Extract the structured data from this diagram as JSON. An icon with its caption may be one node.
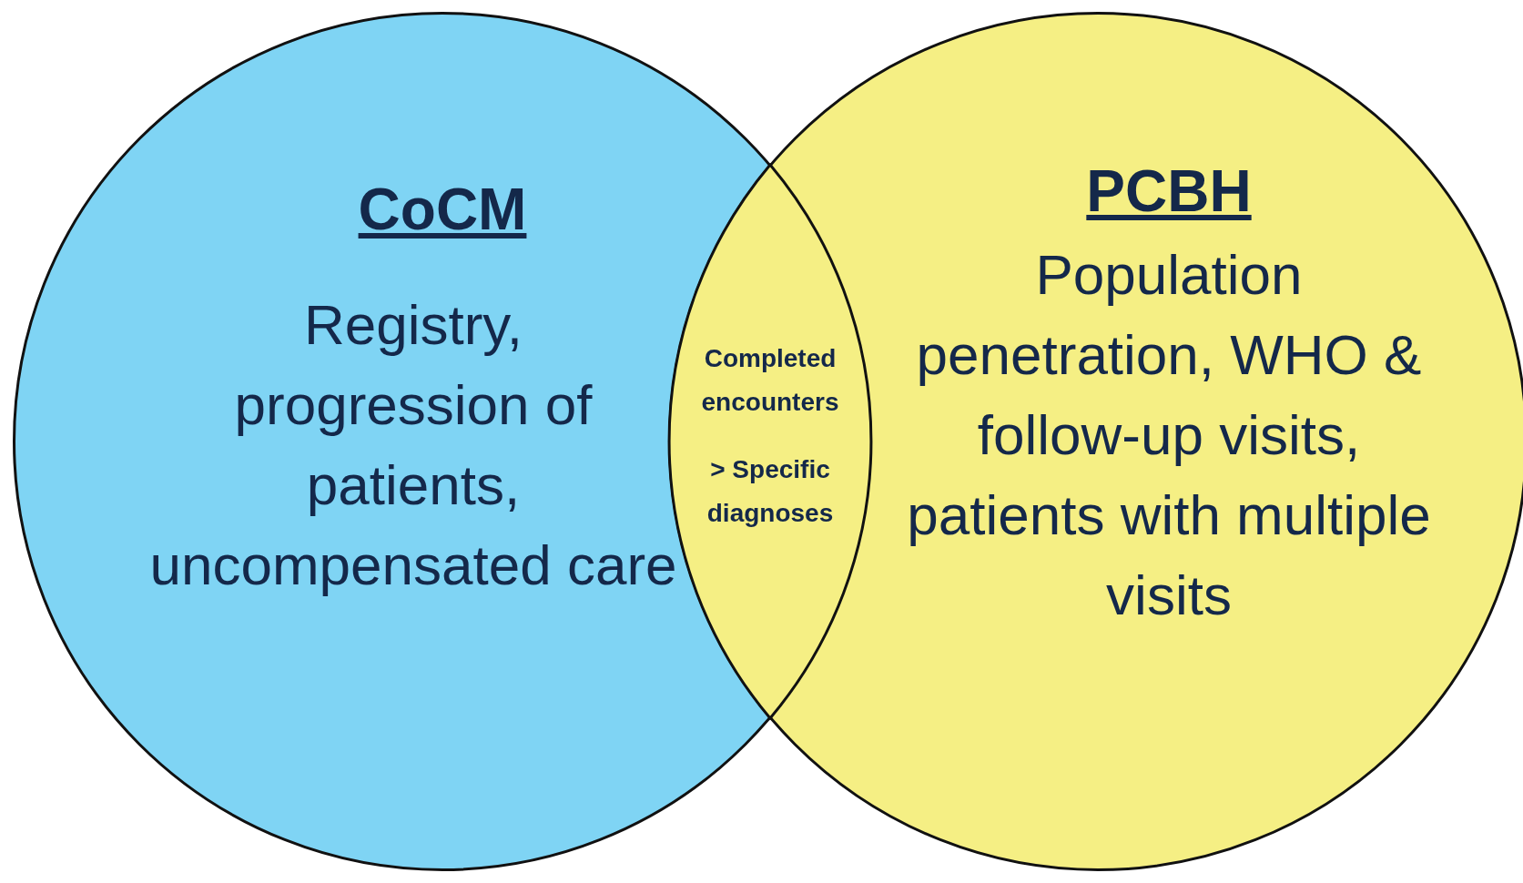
{
  "diagram": {
    "nodes": [
      {
        "text": [
          "CoCM",
          "Registry, progression of patients, uncompensated care"
        ]
      },
      {
        "text": [
          "PCBH",
          "Population penetration, WHO & follow-up visits, patients with multiple visits"
        ]
      },
      {
        "text": [
          "Completed encounters",
          "> Specific diagnoses"
        ]
      }
    ]
  }
}
